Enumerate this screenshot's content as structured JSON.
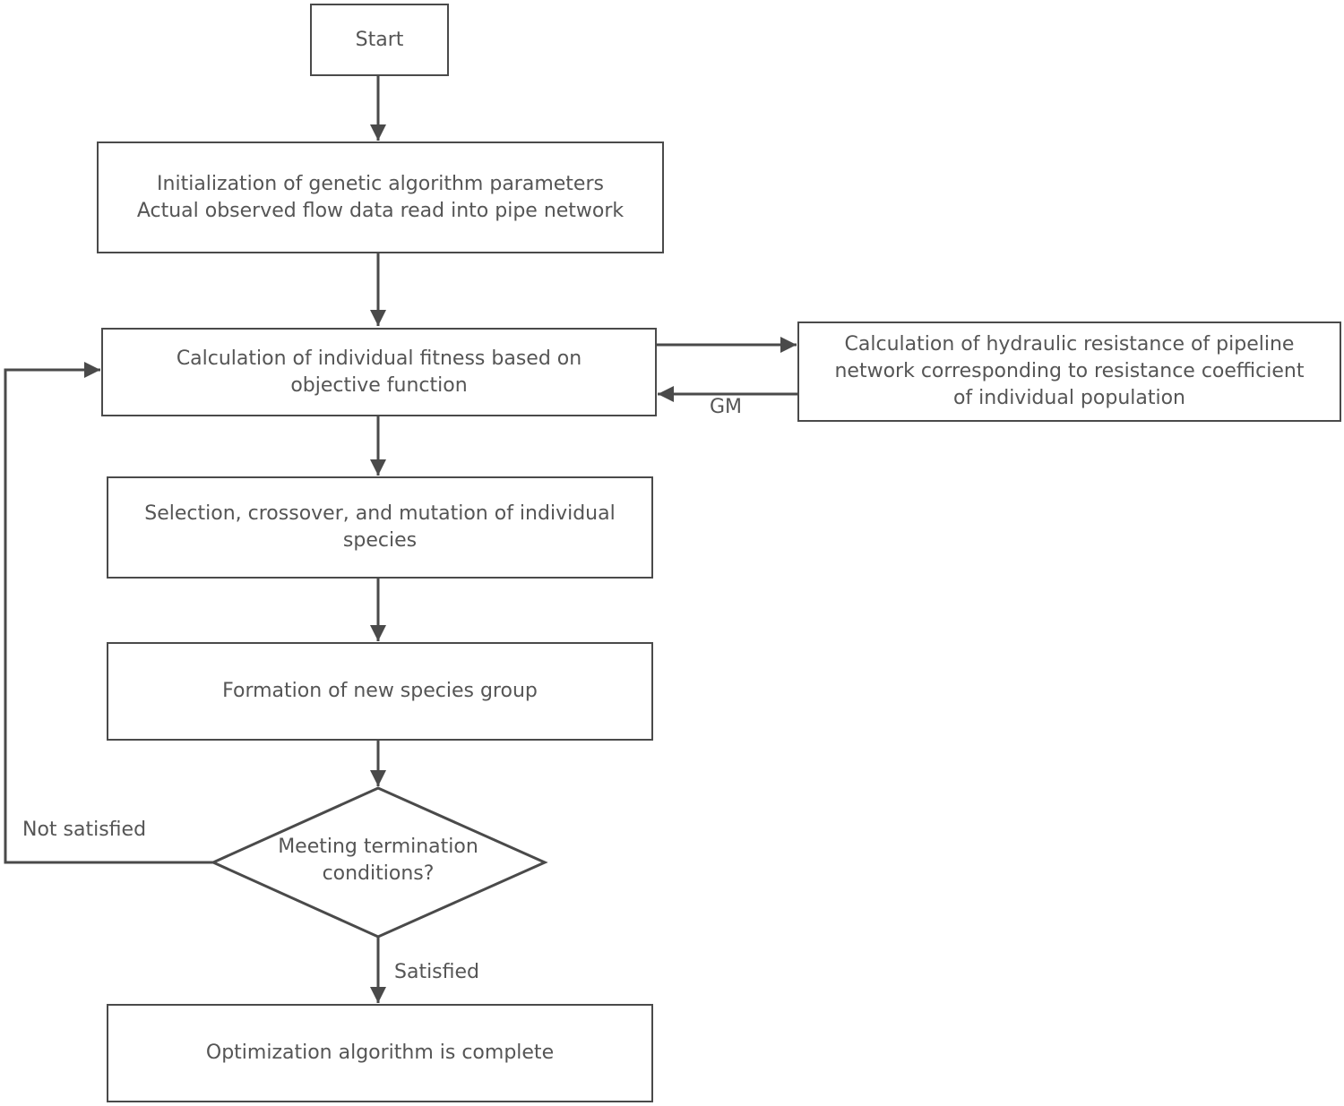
{
  "nodes": {
    "start": {
      "lines": [
        "Start"
      ]
    },
    "init": {
      "lines": [
        "Initialization of genetic algorithm parameters",
        "Actual observed flow data read into pipe network"
      ]
    },
    "fitness": {
      "lines": [
        "Calculation of individual fitness based on",
        "objective function"
      ]
    },
    "hydraulic": {
      "lines": [
        "Calculation of hydraulic resistance of pipeline",
        "network corresponding to resistance coefficient",
        "of individual population"
      ]
    },
    "selection": {
      "lines": [
        "Selection, crossover, and mutation of individual",
        "species"
      ]
    },
    "formation": {
      "lines": [
        "Formation of new species group"
      ]
    },
    "decision": {
      "lines": [
        "Meeting termination",
        "conditions?"
      ]
    },
    "complete": {
      "lines": [
        "Optimization algorithm is complete"
      ]
    }
  },
  "edge_labels": {
    "gm": "GM",
    "not_satisfied": "Not satisfied",
    "satisfied": "Satisfied"
  },
  "colors": {
    "line": "#4a4a4a",
    "text": "#555555"
  }
}
